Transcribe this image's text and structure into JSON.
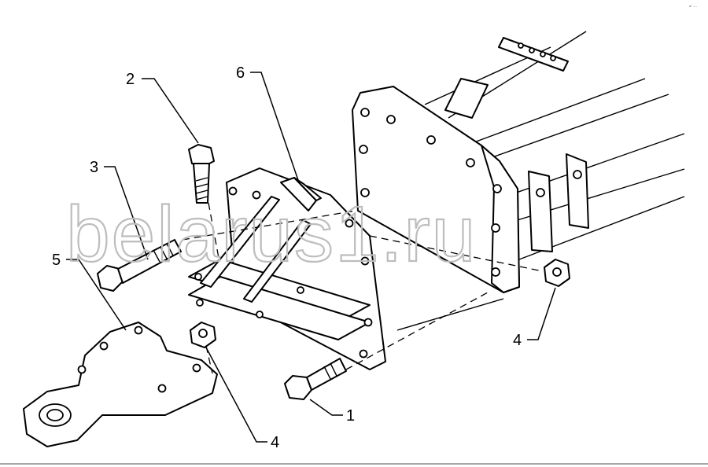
{
  "callouts": [
    {
      "id": "bolt-1",
      "label": "1"
    },
    {
      "id": "bolt-2",
      "label": "2"
    },
    {
      "id": "bolt-3",
      "label": "3"
    },
    {
      "id": "nut-4-left",
      "label": "4"
    },
    {
      "id": "nut-4-right",
      "label": "4"
    },
    {
      "id": "drawbar-5",
      "label": "5"
    },
    {
      "id": "pin-6",
      "label": "6"
    }
  ],
  "watermark": {
    "text": "belarus1.ru"
  },
  "corner_mark": {
    "text": "a° ----"
  },
  "colors": {
    "ink": "#000000",
    "paper": "#ffffff",
    "watermark": "#bdbdbd"
  }
}
